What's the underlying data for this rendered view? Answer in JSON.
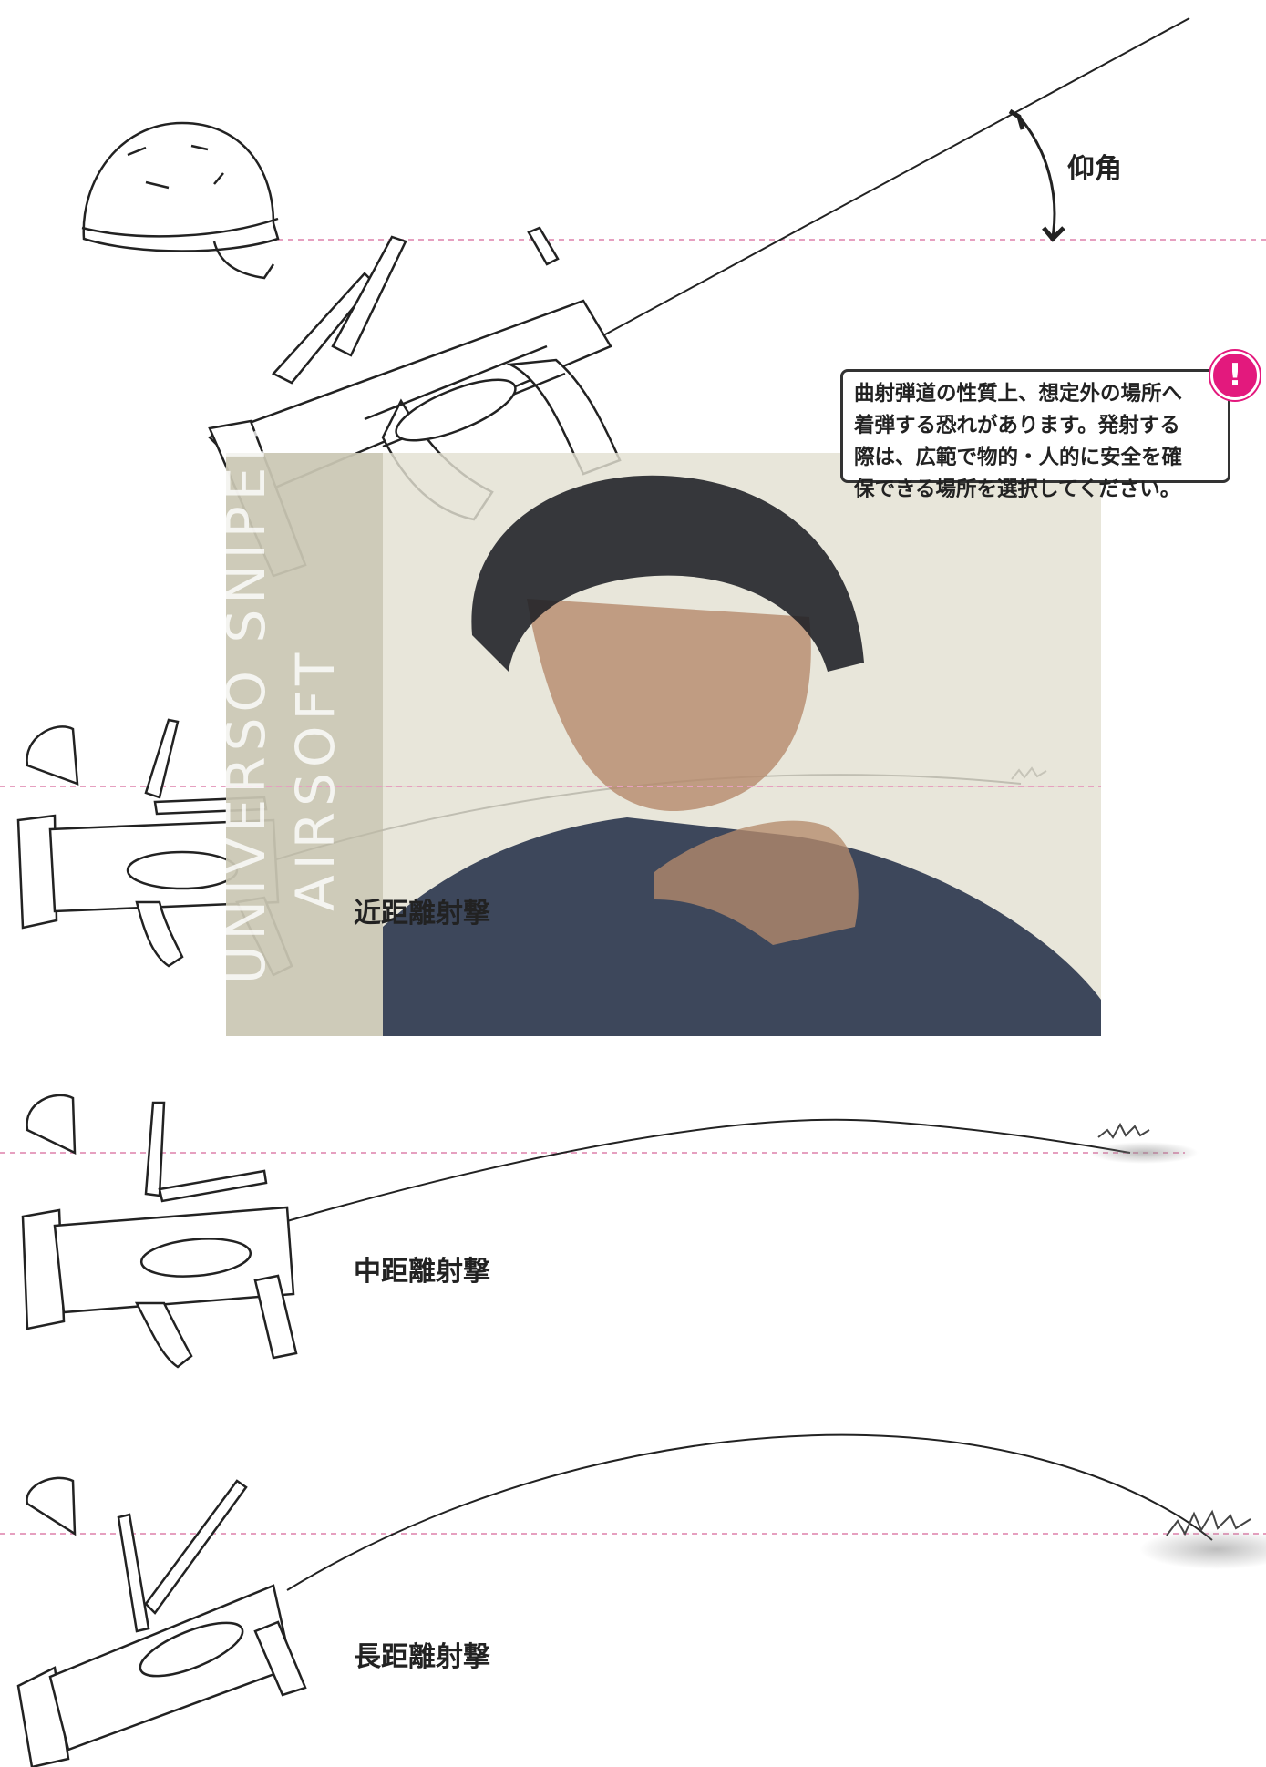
{
  "elevation_label": "仰角",
  "caution": {
    "badge": "!",
    "lines": [
      "曲射弾道の性質上、想定外の場所へ",
      "着弾する恐れがあります。発射する",
      "際は、広範で物的・人的に安全を確",
      "保できる場所を選択してください。"
    ]
  },
  "shots": {
    "short": "近距離射撃",
    "mid": "中距離射撃",
    "long": "長距離射撃"
  },
  "watermark": {
    "line1": "UNIVERSO SNIPER",
    "line2": "AIRSOFT"
  },
  "colors": {
    "reference_line": "#e6a0c0",
    "caution_accent": "#e3197d",
    "overlay_bg": "#e3e0d2"
  }
}
